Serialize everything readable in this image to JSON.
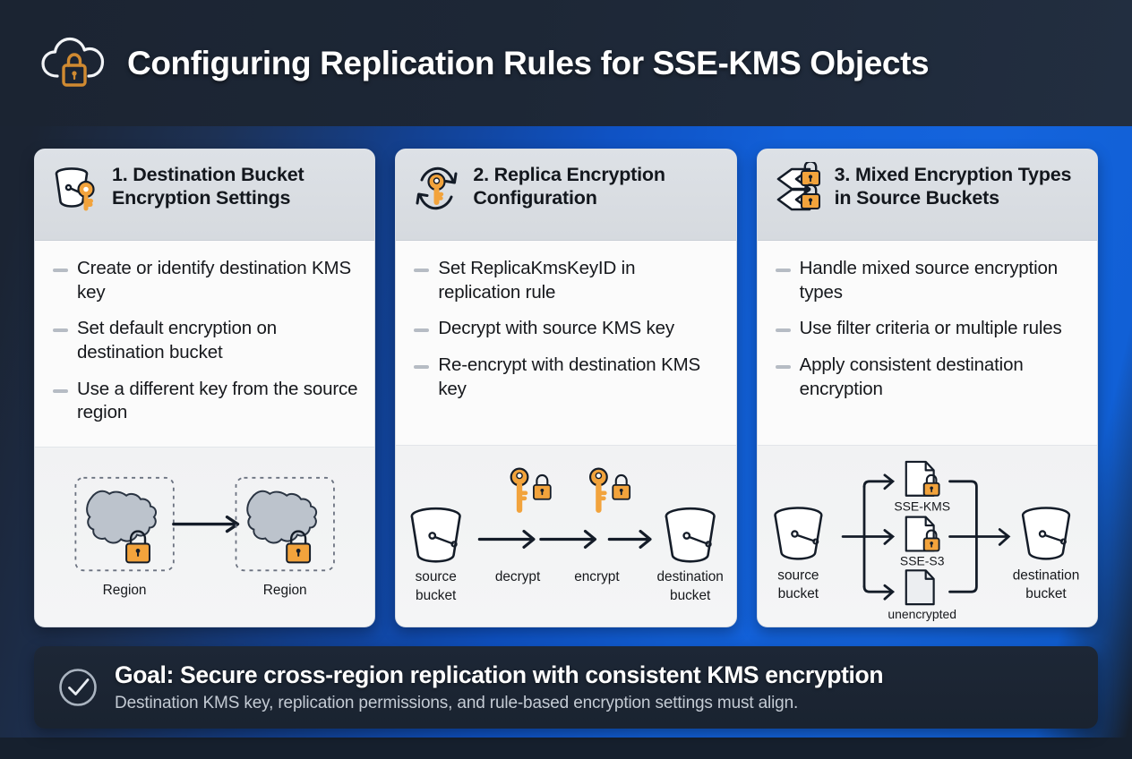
{
  "header": {
    "icon": "cloud-lock-icon",
    "title": "Configuring Replication Rules for SSE-KMS Objects"
  },
  "colors": {
    "accent_orange": "#F2A33C",
    "dark_navy": "#1B2433",
    "bright_blue": "#1464DD",
    "card_bg": "#FAFAFA",
    "card_header_bg": "#DDE1E6",
    "bullet_dash": "#B6BCC4"
  },
  "cards": [
    {
      "icon": "bucket-key-icon",
      "title": "1. Destination Bucket Encryption Settings",
      "bullets": [
        "Create or identify destination KMS key",
        "Set default encryption on destination bucket",
        "Use a different key from the source region"
      ],
      "figure": {
        "type": "region-to-region",
        "left_label": "Region",
        "right_label": "Region",
        "left_icon": "map-region-lock-icon",
        "right_icon": "map-region-lock-icon",
        "arrow": "arrow-right-icon"
      }
    },
    {
      "icon": "key-refresh-icon",
      "title": "2. Replica Encryption Configuration",
      "bullets": [
        "Set ReplicaKmsKeyID in replication rule",
        "Decrypt with source KMS key",
        "Re-encrypt with destination KMS key"
      ],
      "figure": {
        "type": "decrypt-encrypt-flow",
        "steps": [
          {
            "label": "source bucket",
            "icon": "bucket-icon"
          },
          {
            "label": "decrypt",
            "icon": "key-lock-icon"
          },
          {
            "label": "encrypt",
            "icon": "key-lock-icon"
          },
          {
            "label": "destination bucket",
            "icon": "bucket-icon"
          }
        ]
      }
    },
    {
      "icon": "layers-locks-icon",
      "title": "3. Mixed Encryption Types in Source Buckets",
      "bullets": [
        "Handle mixed source encryption types",
        "Use filter criteria or multiple rules",
        "Apply consistent destination encryption"
      ],
      "figure": {
        "type": "mixed-encryption-fanout",
        "source_label": "source bucket",
        "destination_label": "destination bucket",
        "branches": [
          {
            "label": "SSE-KMS",
            "icon": "file-lock-icon"
          },
          {
            "label": "SSE-S3",
            "icon": "file-lock-icon"
          },
          {
            "label": "unencrypted",
            "icon": "file-icon"
          }
        ]
      }
    }
  ],
  "footer": {
    "icon": "check-circle-icon",
    "title": "Goal: Secure cross-region replication with consistent KMS encryption",
    "subtitle": "Destination KMS key, replication permissions, and rule-based encryption settings must align."
  }
}
